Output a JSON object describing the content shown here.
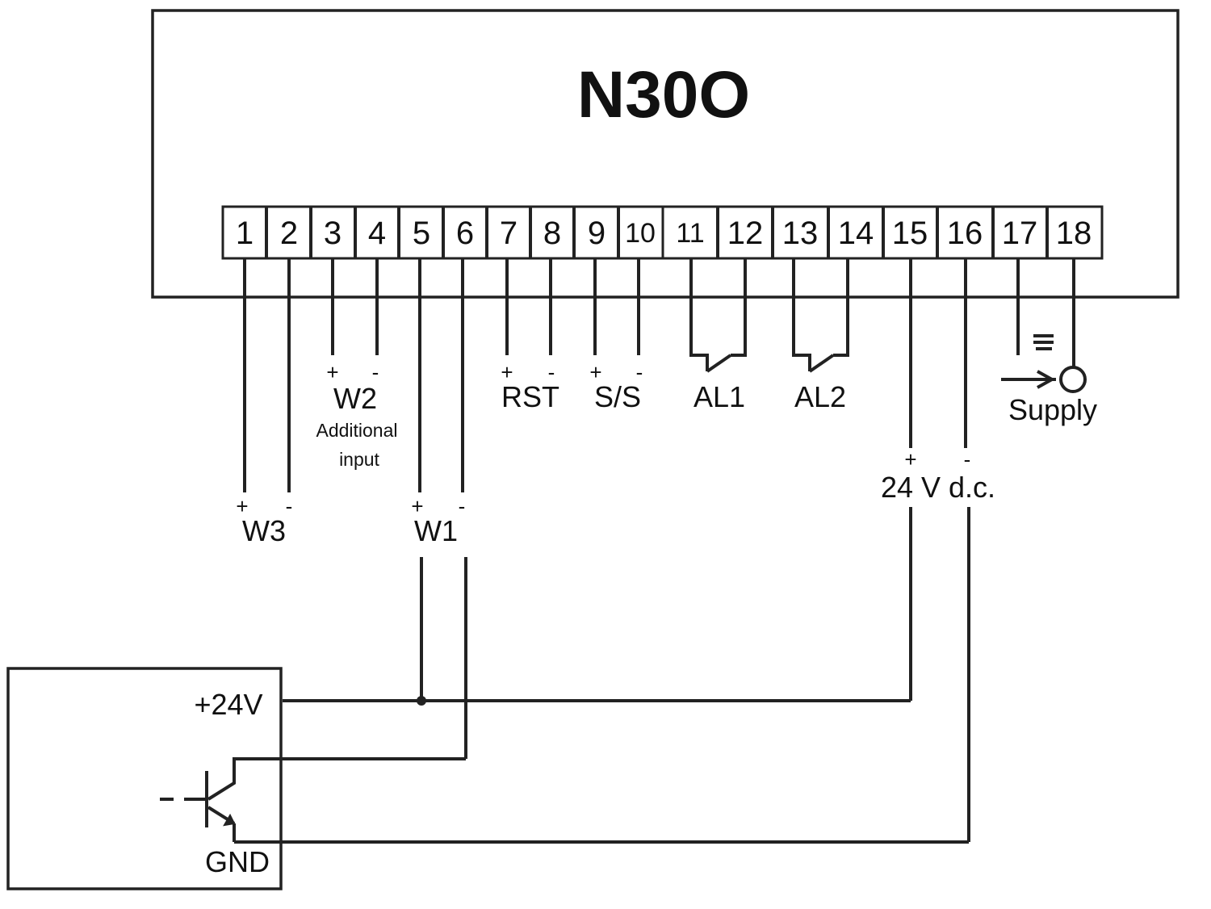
{
  "device": {
    "title": "N30O",
    "terminals": [
      "1",
      "2",
      "3",
      "4",
      "5",
      "6",
      "7",
      "8",
      "9",
      "10",
      "11",
      "12",
      "13",
      "14",
      "15",
      "16",
      "17",
      "18"
    ]
  },
  "labels": {
    "w3": "W3",
    "w2": "W2",
    "w2_sub1": "Additional",
    "w2_sub2": "input",
    "w1": "W1",
    "rst": "RST",
    "ss": "S/S",
    "al1": "AL1",
    "al2": "AL2",
    "supply": "Supply",
    "power": "24 V d.c.",
    "plus": "+",
    "minus": "-"
  },
  "sensor": {
    "v24": "+24V",
    "gnd": "GND"
  }
}
